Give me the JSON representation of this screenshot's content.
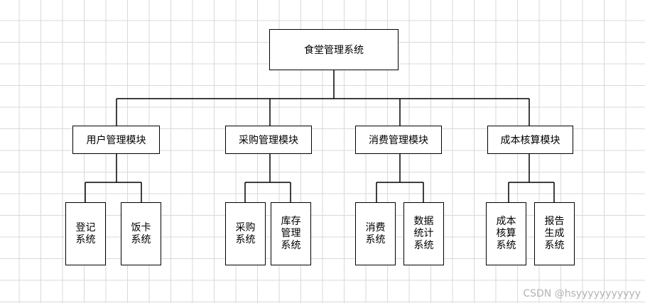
{
  "root": "食堂管理系统",
  "modules": [
    {
      "label": "用户管理模块",
      "children": [
        "登记\n系统",
        "饭卡\n系统"
      ]
    },
    {
      "label": "采购管理模块",
      "children": [
        "采购\n系统",
        "库存\n管理\n系统"
      ]
    },
    {
      "label": "消费管理模块",
      "children": [
        "消费\n系统",
        "数据\n统计\n系统"
      ]
    },
    {
      "label": "成本核算模块",
      "children": [
        "成本\n核算\n系统",
        "报告\n生成\n系统"
      ]
    }
  ],
  "watermark": "CSDN @hsyyyyyyyyyyy",
  "colors": {
    "line": "#000000",
    "grid": "#d9d9d9",
    "background": "#ffffff",
    "watermark": "#b3b3b3"
  }
}
